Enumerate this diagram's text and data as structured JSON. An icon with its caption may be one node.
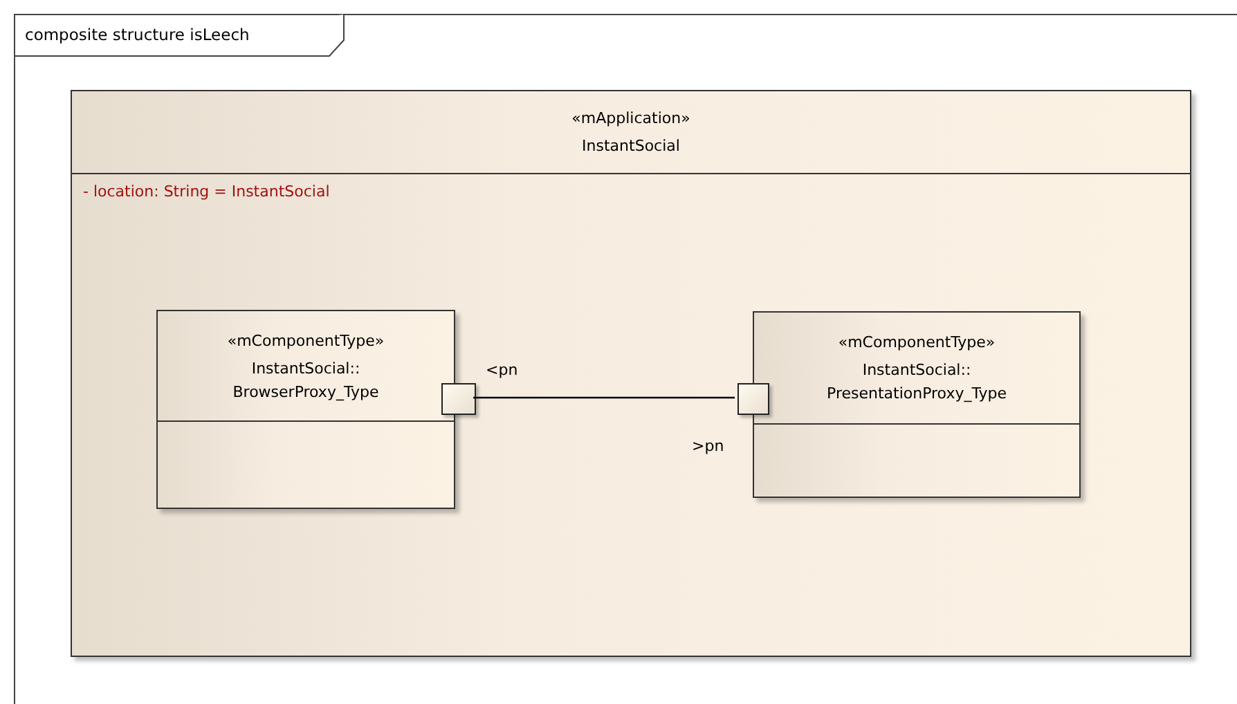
{
  "diagram": {
    "nodes": [
      {
        "text": [
          "composite structure isLeech"
        ]
      },
      {
        "text": [
          "«mApplication»",
          "InstantSocial",
          "- location: String = InstantSocial"
        ],
        "in": 0
      },
      {
        "text": [
          "«mComponentType»",
          "InstantSocial:: BrowserProxy_Type"
        ],
        "in": 1
      },
      {
        "text": [],
        "shape": "box",
        "beside": [
          "<pn"
        ],
        "in": 1
      },
      {
        "text": [
          "«mComponentType»",
          "InstantSocial:: PresentationProxy_Type"
        ],
        "in": 1
      },
      {
        "text": [],
        "shape": "box",
        "beside": [
          ">pn"
        ],
        "in": 1
      }
    ],
    "edges": [
      {
        "from": 3,
        "to": 5,
        "arrow": "none"
      }
    ]
  }
}
